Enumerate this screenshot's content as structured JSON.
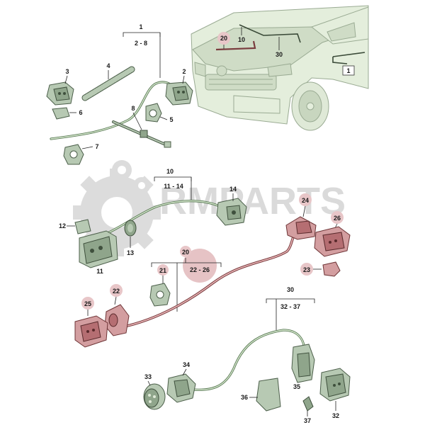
{
  "watermark": {
    "text": "RMPARTS"
  },
  "callouts": {
    "c1": "1",
    "c1_range": "2 - 8",
    "c1_car": "1",
    "c2": "2",
    "c3": "3",
    "c4": "4",
    "c5": "5",
    "c6": "6",
    "c7": "7",
    "c8": "8",
    "c10": "10",
    "c10_range": "11 - 14",
    "c10_car": "10",
    "c11": "11",
    "c12": "12",
    "c13": "13",
    "c14": "14",
    "c20": "20",
    "c20_range": "22 - 26",
    "c20_car": "20",
    "c21": "21",
    "c22": "22",
    "c23": "23",
    "c24": "24",
    "c25": "25",
    "c26": "26",
    "c30": "30",
    "c30_range": "32 - 37",
    "c30_car": "30",
    "c32": "32",
    "c33": "33",
    "c34": "34",
    "c35": "35",
    "c36": "36",
    "c37": "37"
  }
}
